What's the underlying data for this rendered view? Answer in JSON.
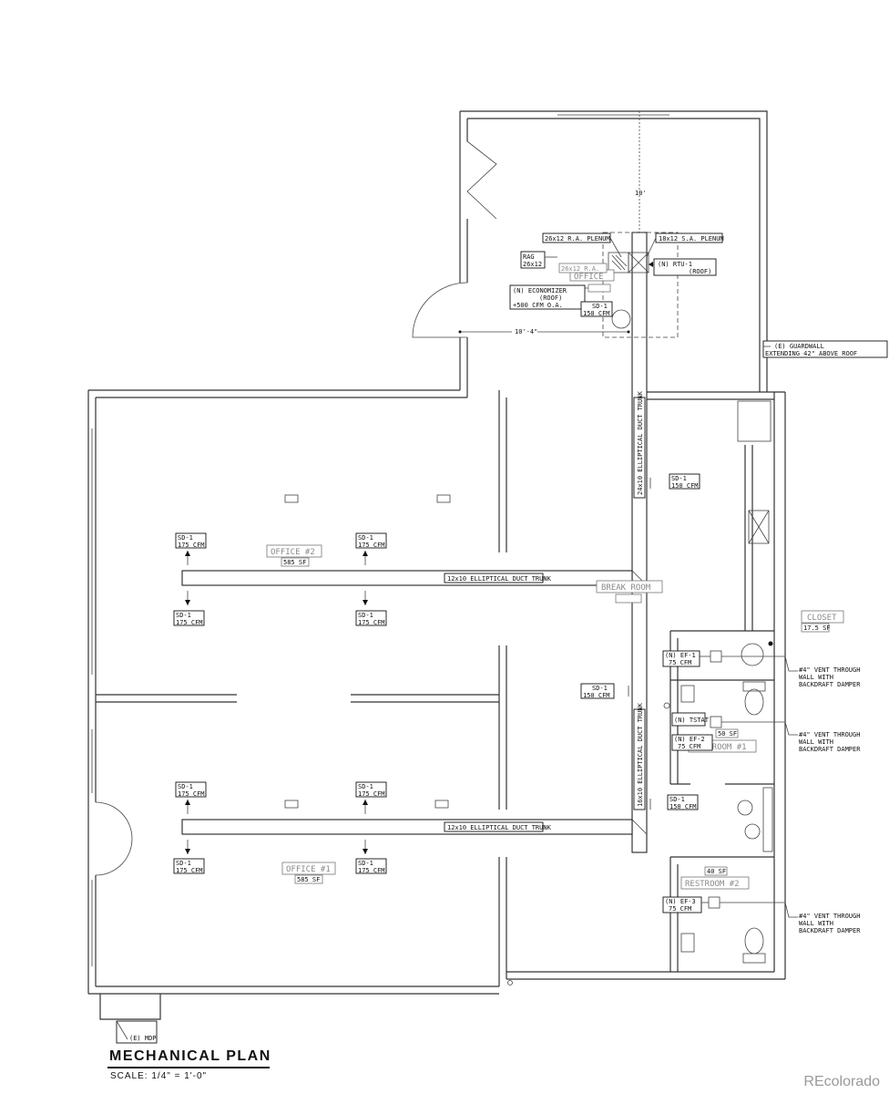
{
  "title": "MECHANICAL PLAN",
  "scale": "SCALE: 1/4\" = 1'-0\"",
  "watermark": "REcolorado",
  "dimensions": {
    "top": "10'",
    "mid": "10'-4\""
  },
  "rooms": {
    "office1": {
      "label": "OFFICE #1",
      "area": "585 SF"
    },
    "office2": {
      "label": "OFFICE #2",
      "area": "585 SF"
    },
    "office3": {
      "label": "OFFICE",
      "area": ""
    },
    "break_room": {
      "label": "BREAK ROOM"
    },
    "closet": {
      "label": "CLOSET",
      "area": "17.5 SF"
    },
    "restroom1": {
      "label": "RESTROOM #1",
      "area": "50 SF"
    },
    "restroom2": {
      "label": "RESTROOM #2",
      "area": "40 SF"
    }
  },
  "ducts": {
    "upper_trunk": "12x10 ELLIPTICAL DUCT TRUNK",
    "lower_trunk": "12x10 ELLIPTICAL DUCT TRUNK",
    "vertical_upper": "24x10 ELLIPTICAL DUCT TRUNK",
    "vertical_lower": "16x10 ELLIPTICAL DUCT TRUNK"
  },
  "diffuser": {
    "tag": "SD-1",
    "cfm175": "175 CFM",
    "cfm150": "150 CFM"
  },
  "rtu_area": {
    "ra_plenum": "26x12 R.A. PLENUM",
    "sa_plenum": "18x12 S.A. PLENUM",
    "rag_tag": "RAG",
    "rag_size": "26x12",
    "ra_label": "26x12 R.A.",
    "rtu": "(N) RTU-1",
    "rtu_note": "(ROOF)",
    "economizer": "(N) ECONOMIZER",
    "economizer_note": "(ROOF)",
    "economizer_oa": "+500 CFM O.A.",
    "sd1": "SD-1",
    "sd1_cfm": "150 CFM"
  },
  "guardwall": {
    "line1": "(E) GUARDWALL",
    "line2": "EXTENDING 42\" ABOVE ROOF"
  },
  "exhaust_fans": [
    {
      "tag": "(N) EF-1",
      "cfm": "75 CFM"
    },
    {
      "tag": "(N) EF-2",
      "cfm": "75 CFM"
    },
    {
      "tag": "(N) EF-3",
      "cfm": "75 CFM"
    }
  ],
  "tstat": "(N) TSTAT",
  "vent_note": {
    "line1": "#4\" VENT THROUGH",
    "line2": "WALL WITH",
    "line3": "BACKDRAFT DAMPER"
  },
  "mdp": "(E) MDP"
}
